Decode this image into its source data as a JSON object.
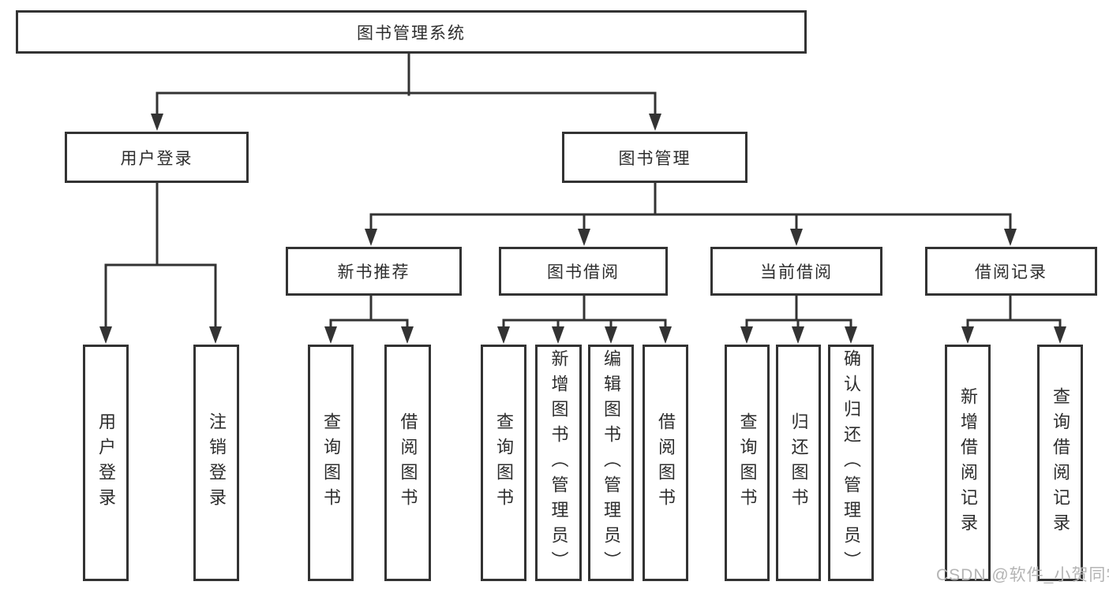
{
  "tree": {
    "root": "图书管理系统",
    "branches": [
      {
        "label": "用户登录",
        "children": [
          "用户登录",
          "注销登录"
        ]
      },
      {
        "label": "图书管理",
        "children": [
          {
            "label": "新书推荐",
            "children": [
              "查询图书",
              "借阅图书"
            ]
          },
          {
            "label": "图书借阅",
            "children": [
              "查询图书",
              "新增图书（管理员）",
              "编辑图书（管理员）",
              "借阅图书"
            ]
          },
          {
            "label": "当前借阅",
            "children": [
              "查询图书",
              "归还图书",
              "确认归还（管理员）"
            ]
          },
          {
            "label": "借阅记录",
            "children": [
              "新增借阅记录",
              "查询借阅记录"
            ]
          }
        ]
      }
    ]
  },
  "watermark": {
    "text": "CSDN @软件_小贺同学"
  },
  "colors": {
    "line": "#333333",
    "text": "#2d2d2d",
    "watermark": "#b4b4b4",
    "background": "#ffffff"
  }
}
